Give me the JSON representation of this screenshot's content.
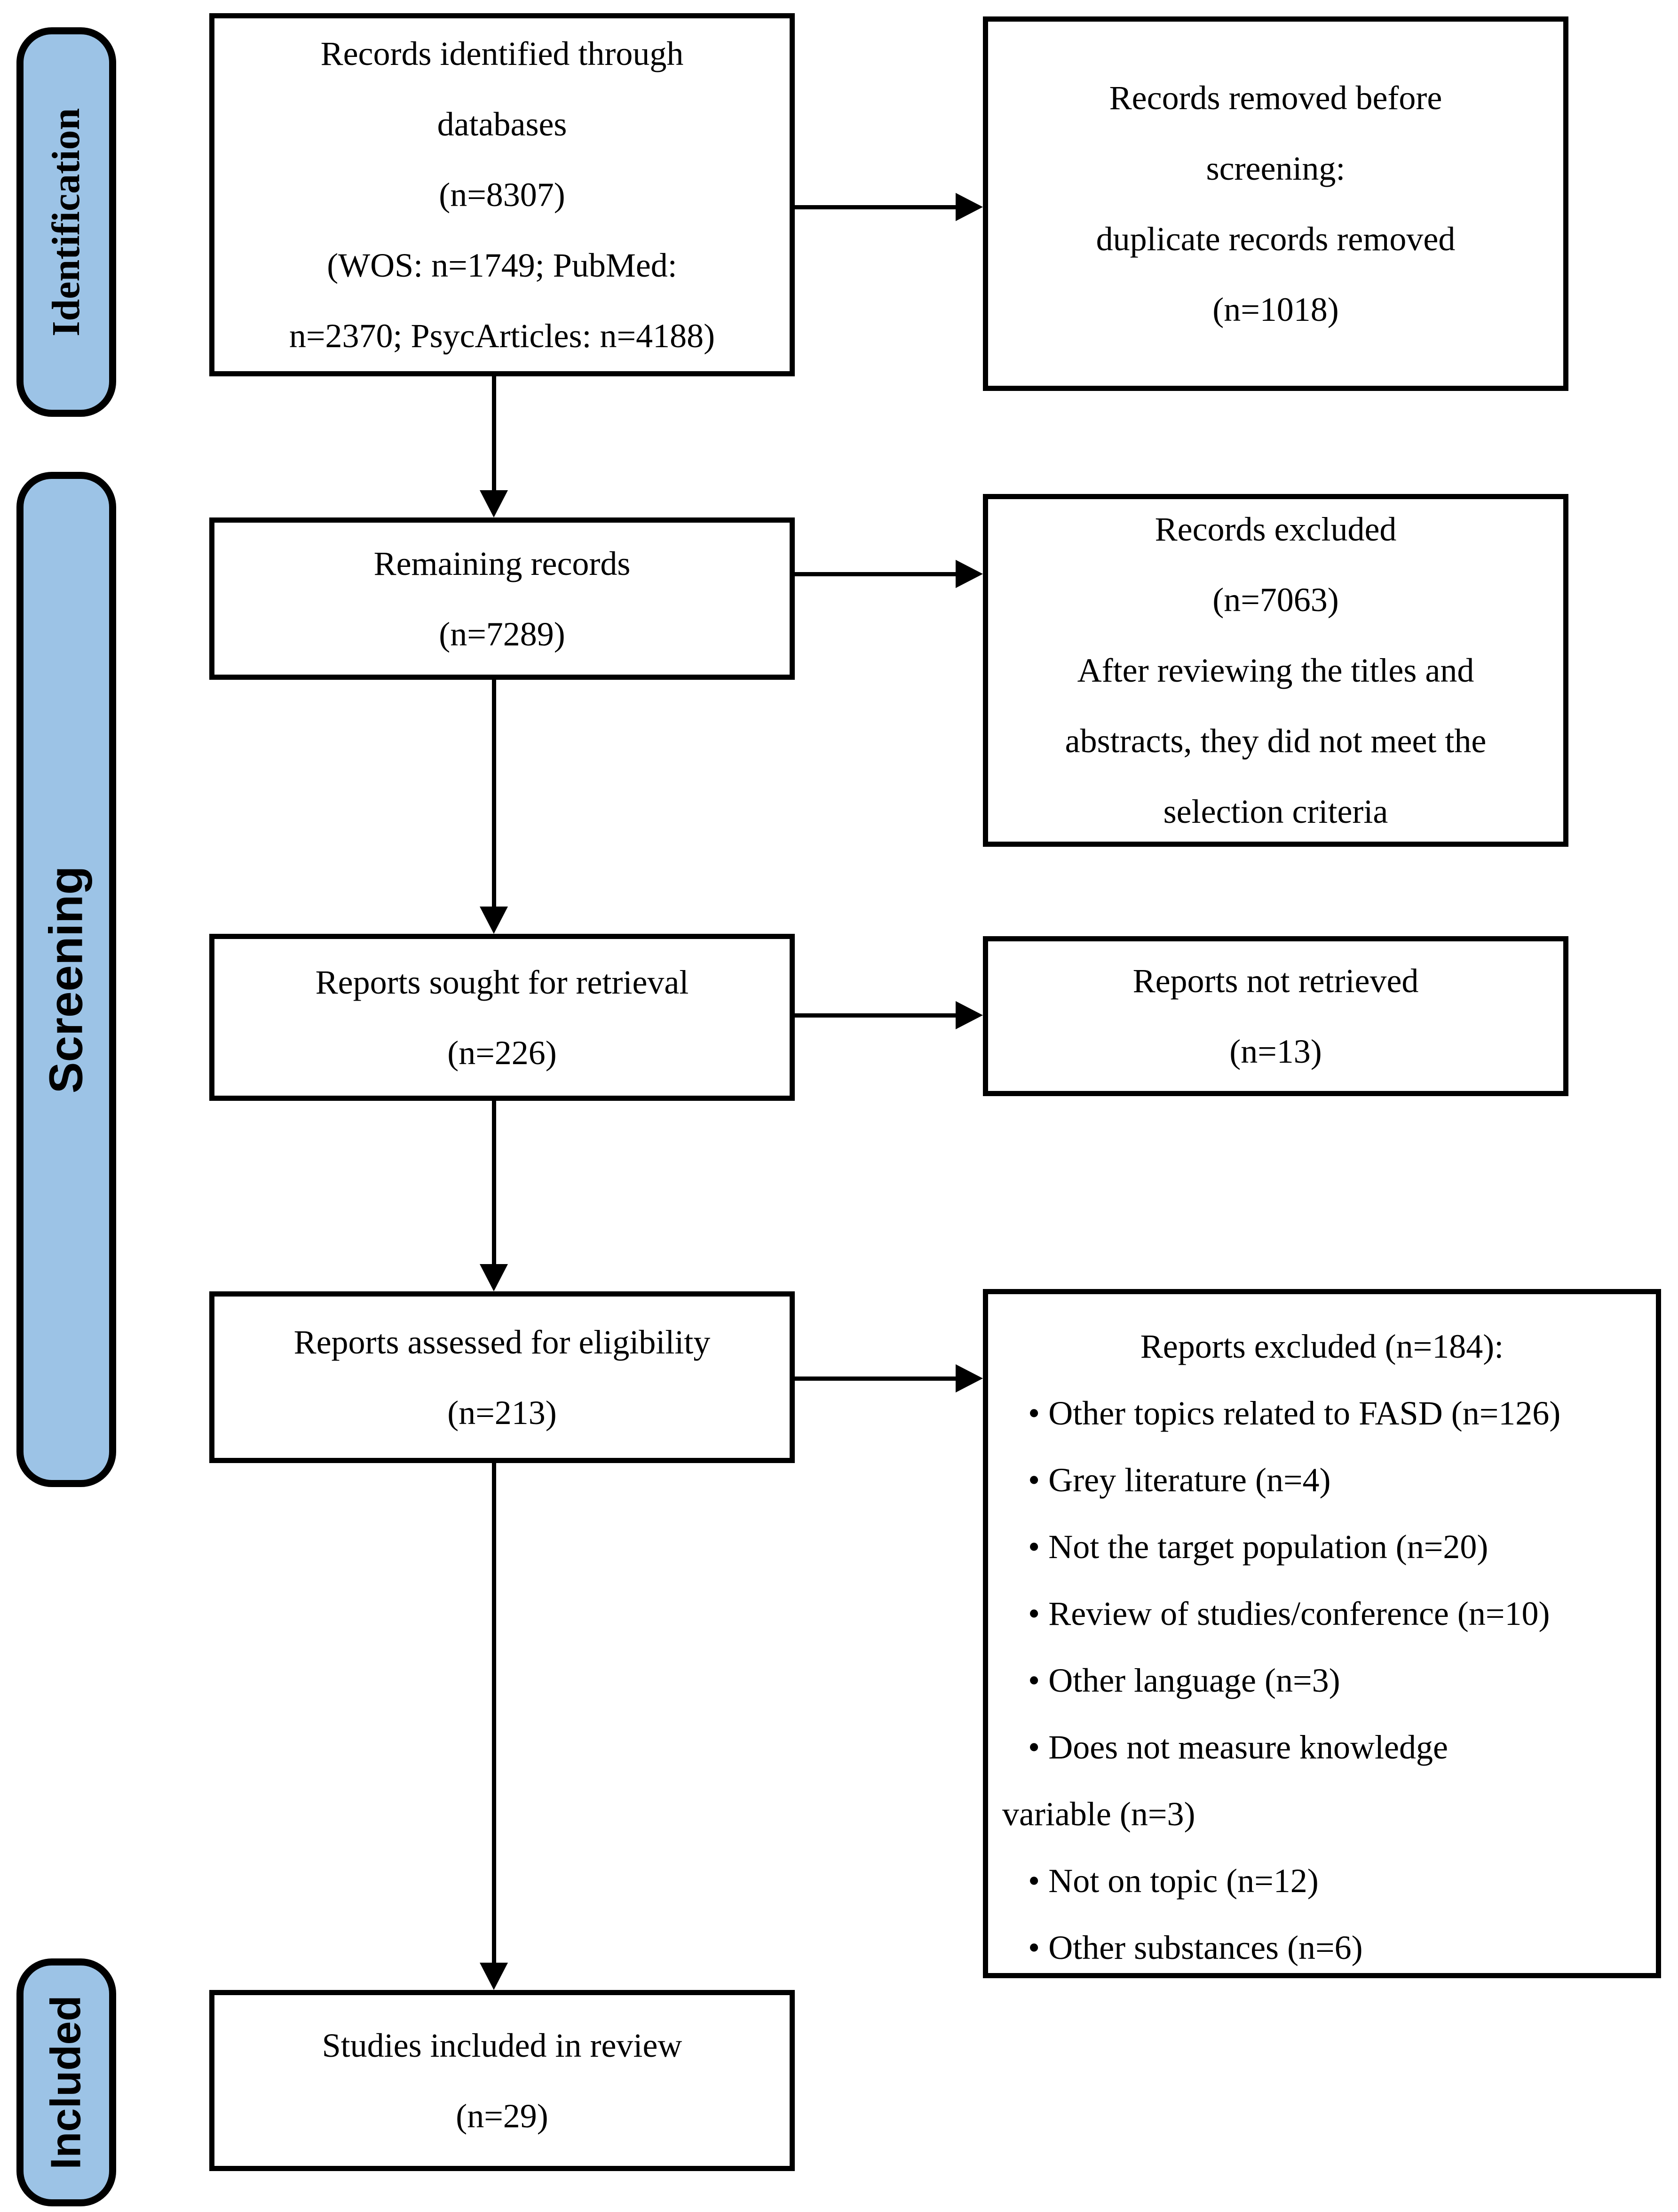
{
  "accent_color": "#9CC3E6",
  "bullet_char": "•",
  "stages": {
    "identification": "Identification",
    "screening": "Screening",
    "included": "Included"
  },
  "boxes": {
    "identified": {
      "lines": [
        "Records identified through",
        "databases",
        "(n=8307)",
        "(WOS: n=1749; PubMed:",
        "n=2370; PsycArticles: n=4188)"
      ]
    },
    "removed_before_screening": {
      "lines": [
        "Records removed before",
        "screening:",
        "duplicate records removed",
        "(n=1018)"
      ]
    },
    "remaining": {
      "lines": [
        "Remaining records",
        "(n=7289)"
      ]
    },
    "records_excluded": {
      "lines": [
        "Records excluded",
        "(n=7063)",
        "After reviewing the titles and",
        "abstracts, they did not meet the",
        "selection criteria"
      ]
    },
    "sought_for_retrieval": {
      "lines": [
        "Reports sought for retrieval",
        "(n=226)"
      ]
    },
    "not_retrieved": {
      "lines": [
        "Reports not retrieved",
        "(n=13)"
      ]
    },
    "assessed_for_eligibility": {
      "lines": [
        "Reports assessed for eligibility",
        "(n=213)"
      ]
    },
    "reports_excluded": {
      "title": "Reports excluded (n=184):",
      "items": [
        [
          "Other topics related to FASD (n=126)"
        ],
        [
          "Grey literature (n=4)"
        ],
        [
          "Not the target population (n=20)"
        ],
        [
          "Review of studies/conference (n=10)"
        ],
        [
          "Other language (n=3)"
        ],
        [
          "Does not measure knowledge",
          "variable (n=3)"
        ],
        [
          "Not on topic (n=12)"
        ],
        [
          "Other substances (n=6)"
        ]
      ]
    },
    "included_in_review": {
      "lines": [
        "Studies included in review",
        "(n=29)"
      ]
    }
  }
}
